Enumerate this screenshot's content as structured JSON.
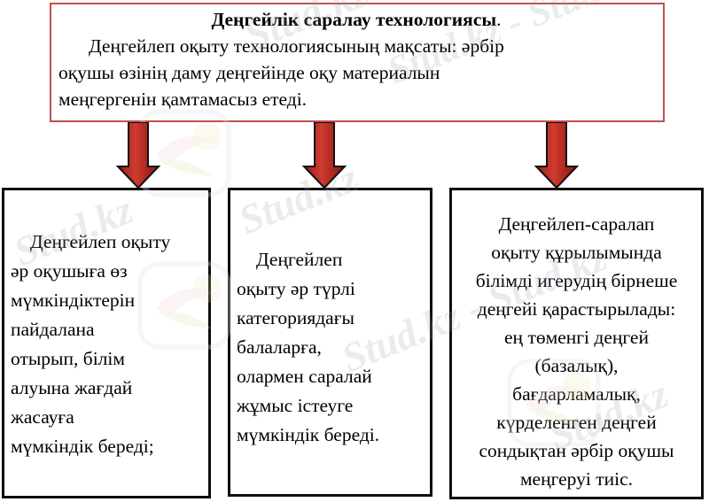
{
  "document": {
    "language": "kk",
    "header_box": {
      "border_color": "#c0504d",
      "title_bold": "Деңгейлік саралау технологиясы",
      "title_trailing": ".",
      "body_lines": [
        "Деңгейлеп оқыту технологиясының мақсаты: әрбір",
        "оқушы өзінің даму деңгейінде оқу материалын",
        "меңгергенін қамтамасыз етеді."
      ]
    },
    "arrows": {
      "count": 3,
      "direction": "down",
      "fill_color": "#c0392b",
      "fill_dark": "#8f1d18",
      "outline_color": "#111111"
    },
    "boxes": [
      {
        "id": "box-1",
        "border_color": "#0d0d0d",
        "lines": [
          "Деңгейлеп оқыту",
          "әр оқушыға өз",
          "мүмкіндіктерін",
          "пайдалана",
          "отырып, білім",
          "алуына жағдай",
          "жасауға",
          "мүмкіндік береді;"
        ]
      },
      {
        "id": "box-2",
        "border_color": "#0d0d0d",
        "lines": [
          "Деңгейлеп",
          "оқыту әр түрлі",
          "категориядағы",
          "балаларға,",
          "олармен саралай",
          "жұмыс істеуге",
          "мүмкіндік береді."
        ]
      },
      {
        "id": "box-3",
        "border_color": "#0d0d0d",
        "lines": [
          "Деңгейлеп-саралап",
          "оқыту құрылымында",
          "білімді игерудің бірнеше",
          "деңгейі қарастырылады:",
          "ең төменгі деңгей",
          "(базалық),",
          "бағдарламалық,",
          "күрделенген деңгей",
          "сондықтан әрбір оқушы",
          "меңгеруі тиіс."
        ]
      }
    ],
    "watermarks": {
      "texts": [
        "Stud.kz",
        "Stud.kz - Stud.kz",
        "Stud.kz",
        "Stud.kz - Stud.kz",
        "Stud.kz",
        "Stud.kz"
      ],
      "color": "#9aa0b4"
    }
  }
}
